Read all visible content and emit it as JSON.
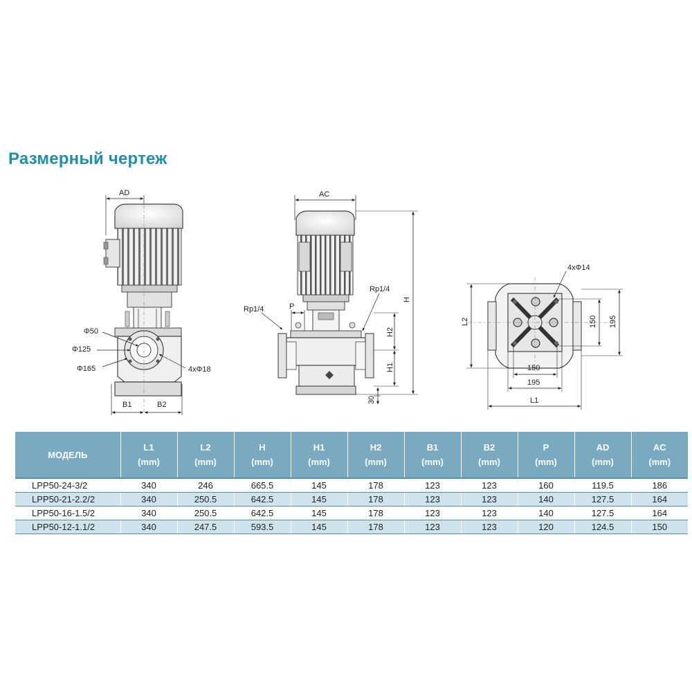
{
  "title": "Размерный чертеж",
  "drawing": {
    "front_view": {
      "ad_label": "AD",
      "phi50": "Φ50",
      "phi125": "Φ125",
      "phi165": "Φ165",
      "holes": "4xΦ18",
      "b1": "B1",
      "b2": "B2"
    },
    "side_view": {
      "ac_label": "AC",
      "rp_left": "Rp1/4",
      "rp_right": "Rp1/4",
      "p_label": "P",
      "h_label": "H",
      "h2_label": "H2",
      "h1_label": "H1",
      "base_30": "30"
    },
    "plan_view": {
      "holes": "4xΦ14",
      "l2": "L2",
      "dim150_v": "150",
      "dim195_v": "195",
      "dim150_h": "150",
      "dim195_h": "195",
      "l1": "L1"
    }
  },
  "table": {
    "headers": [
      {
        "label": "МОДЕЛЬ",
        "unit": ""
      },
      {
        "label": "L1",
        "unit": "(mm)"
      },
      {
        "label": "L2",
        "unit": "(mm)"
      },
      {
        "label": "H",
        "unit": "(mm)"
      },
      {
        "label": "H1",
        "unit": "(mm)"
      },
      {
        "label": "H2",
        "unit": "(mm)"
      },
      {
        "label": "B1",
        "unit": "(mm)"
      },
      {
        "label": "B2",
        "unit": "(mm)"
      },
      {
        "label": "P",
        "unit": "(mm)"
      },
      {
        "label": "AD",
        "unit": "(mm)"
      },
      {
        "label": "AC",
        "unit": "(mm)"
      }
    ],
    "rows": [
      [
        "LPP50-24-3/2",
        "340",
        "246",
        "665.5",
        "145",
        "178",
        "123",
        "123",
        "160",
        "119.5",
        "186"
      ],
      [
        "LPP50-21-2.2/2",
        "340",
        "250.5",
        "642.5",
        "145",
        "178",
        "123",
        "123",
        "140",
        "127.5",
        "164"
      ],
      [
        "LPP50-16-1.5/2",
        "340",
        "250.5",
        "642.5",
        "145",
        "178",
        "123",
        "123",
        "140",
        "127.5",
        "164"
      ],
      [
        "LPP50-12-1.1/2",
        "340",
        "247.5",
        "593.5",
        "145",
        "178",
        "123",
        "123",
        "120",
        "124.5",
        "150"
      ]
    ]
  }
}
